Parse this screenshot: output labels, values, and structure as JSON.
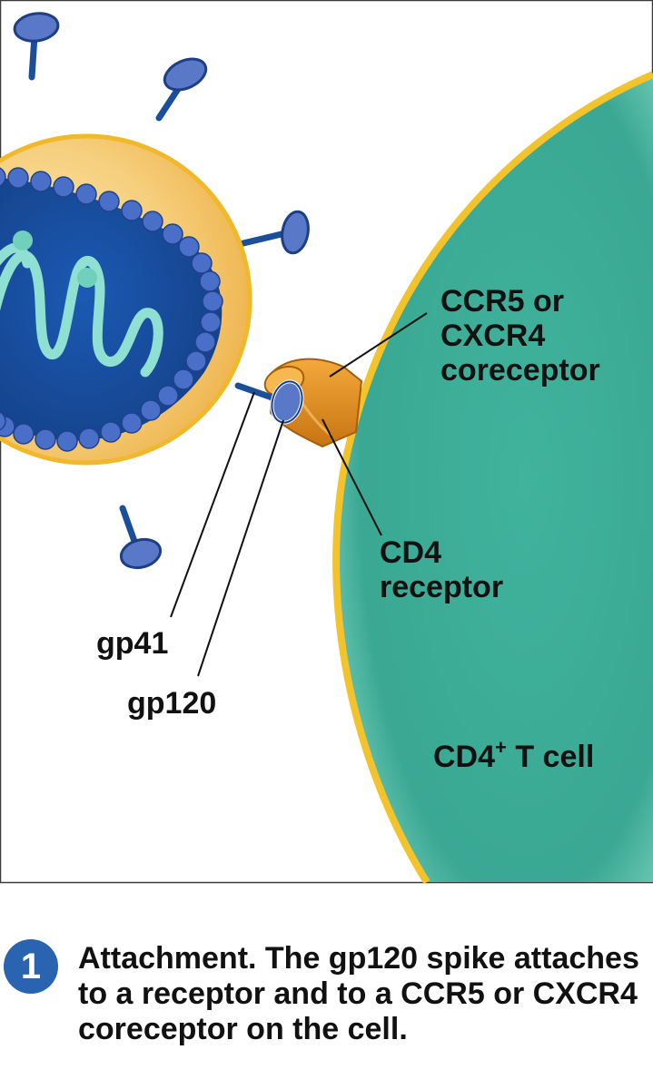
{
  "labels": {
    "coreceptor": [
      "CCR5 or",
      "CXCR4",
      "coreceptor"
    ],
    "cd4_receptor": [
      "CD4",
      "receptor"
    ],
    "gp41": "gp41",
    "gp120": "gp120",
    "cell_main": "CD4",
    "cell_sup": "+",
    "cell_rest": " T cell"
  },
  "caption": {
    "step_number": "1",
    "text": "Attachment. The gp120 spike attaches to a receptor and to a CCR5 or CXCR4 coreceptor on the cell."
  },
  "colors": {
    "virus_envelope": "#f3c878",
    "virus_outline": "#f0b82a",
    "capsid": "#1e4f9c",
    "capsid_beads": "#4a6fc8",
    "rna": "#8fe0d2",
    "cell": "#3aab96",
    "cell_outline": "#f2c32a",
    "receptor": "#d98a1e",
    "spike": "#1b4f9a",
    "spike_head": "#5a78c8",
    "badge": "#2a63b0"
  }
}
